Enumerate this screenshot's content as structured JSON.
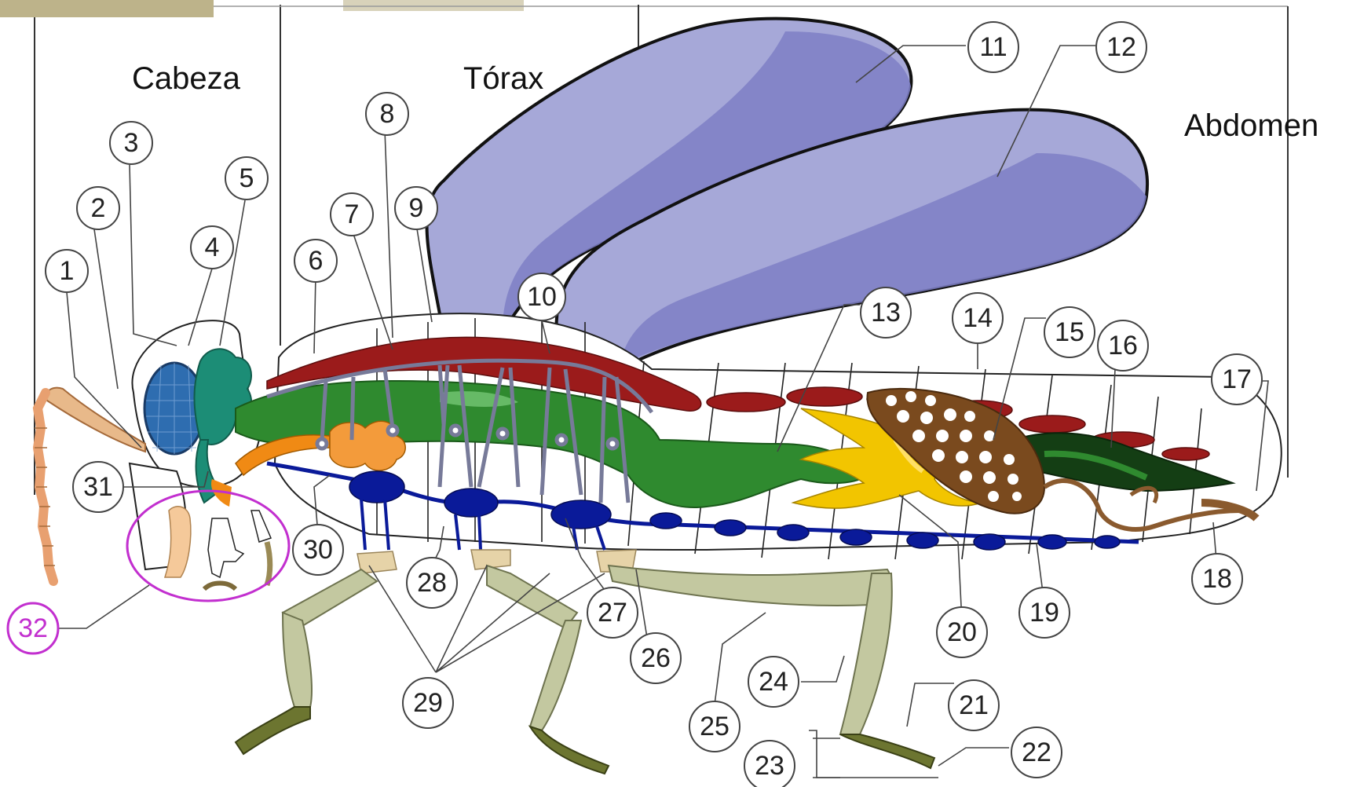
{
  "regions": {
    "head": "Cabeza",
    "thorax": "Tórax",
    "abdomen": "Abdomen"
  },
  "callouts": [
    "1",
    "2",
    "3",
    "4",
    "5",
    "6",
    "7",
    "8",
    "9",
    "10",
    "11",
    "12",
    "13",
    "14",
    "15",
    "16",
    "17",
    "18",
    "19",
    "20",
    "21",
    "22",
    "23",
    "24",
    "25",
    "26",
    "27",
    "28",
    "29",
    "30",
    "31",
    "32"
  ],
  "colors": {
    "wing": "#a6a8d8",
    "wing_dark": "#7e7fc6",
    "aorta": "#9b1b1b",
    "gut": "#2f8a2f",
    "nerve_cord": "#0a1a99",
    "malpighian": "#7a4a1e",
    "fat_body": "#f2c500",
    "legs": "#c3c8a0",
    "eye": "#2e6db0",
    "highlight_32": "#c22fcf",
    "top_bar": "#bdb38a"
  }
}
